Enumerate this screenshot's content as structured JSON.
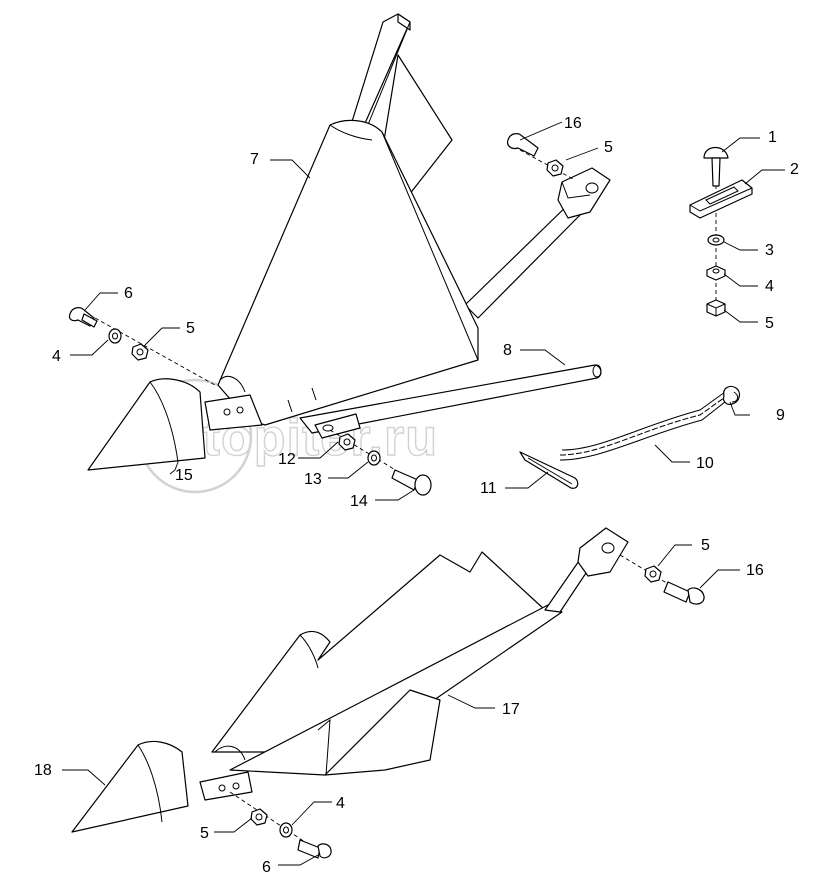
{
  "watermark": {
    "text": "autopiter.ru"
  },
  "labels": {
    "p1": "1",
    "p2": "2",
    "p3": "3",
    "p4": "4",
    "p5": "5",
    "p6": "6",
    "p7": "7",
    "p8": "8",
    "p9": "9",
    "p10": "10",
    "p11": "11",
    "p12": "12",
    "p13": "13",
    "p14": "14",
    "p15": "15",
    "p16": "16",
    "p17": "17",
    "p18": "18"
  }
}
